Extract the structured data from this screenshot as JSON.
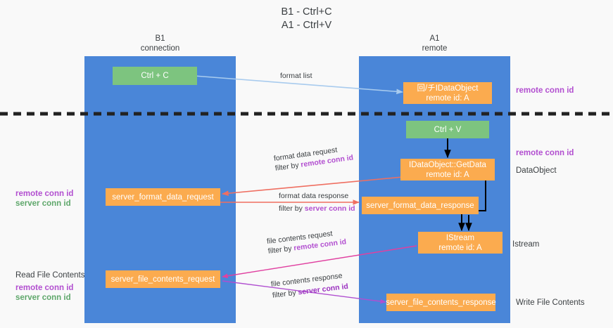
{
  "title": {
    "line1": "B1 - Ctrl+C",
    "line2": "A1 - Ctrl+V"
  },
  "columns": [
    {
      "name": "B1",
      "role": "connection"
    },
    {
      "name": "A1",
      "role": "remote"
    }
  ],
  "nodes": {
    "ctrl_c": {
      "label": "Ctrl + C"
    },
    "idataobject": {
      "line1": "回/チIDataObject",
      "line2": "remote id: A"
    },
    "ctrl_v": {
      "label": "Ctrl + V"
    },
    "getdata": {
      "line1": "IDataObject::GetData",
      "line2": "remote id: A"
    },
    "server_format_data_request": {
      "label": "server_format_data_request"
    },
    "server_format_data_response": {
      "label": "server_format_data_response"
    },
    "istream": {
      "line1": "IStream",
      "line2": "remote id: A"
    },
    "server_file_contents_request": {
      "label": "server_file_contents_request"
    },
    "server_file_contents_response": {
      "label": "server_file_contents_response"
    }
  },
  "edges": {
    "format_list": {
      "label": "format list"
    },
    "format_data_request": {
      "line1": "format data request",
      "prefix": "filter by ",
      "key": "remote conn id"
    },
    "format_data_response": {
      "line1": "format data response",
      "prefix": "filter by ",
      "key": "server conn id"
    },
    "file_contents_request": {
      "line1": "file contents request",
      "prefix": "filter by ",
      "key": "remote conn id"
    },
    "file_contents_response": {
      "line1": "file contents response",
      "prefix": "filter by ",
      "key": "server conn id"
    }
  },
  "annotations": {
    "right_remote_conn_id_top": "remote conn id",
    "right_remote_conn_id_mid": "remote conn id",
    "right_dataobject": "DataObject",
    "right_istream": "Istream",
    "right_write_file_contents": "Write File Contents",
    "left_remote_conn_id": "remote conn id",
    "left_server_conn_id": "server conn id",
    "left_read_file_contents": "Read File Contents",
    "left_remote_conn_id_2": "remote conn id",
    "left_server_conn_id_2": "server conn id"
  },
  "colors": {
    "lane": "#4a86d8",
    "green_node": "#7dc47f",
    "orange_node": "#fbab4f",
    "purple_label": "#b24fd0",
    "green_label": "#5fa76b",
    "format_list_arrow": "#a8cbee",
    "format_data_arrow": "#ef6f61",
    "file_contents_arrow": "#e040a0",
    "file_response_arrow": "#b04fd0",
    "black_arrow": "#000000",
    "divider": "#222222"
  }
}
